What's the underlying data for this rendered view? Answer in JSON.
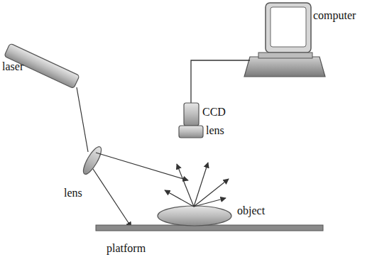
{
  "diagram": {
    "labels": [
      "computer",
      "CCD",
      "lens",
      "laser",
      "lens",
      "object",
      "platform"
    ]
  }
}
